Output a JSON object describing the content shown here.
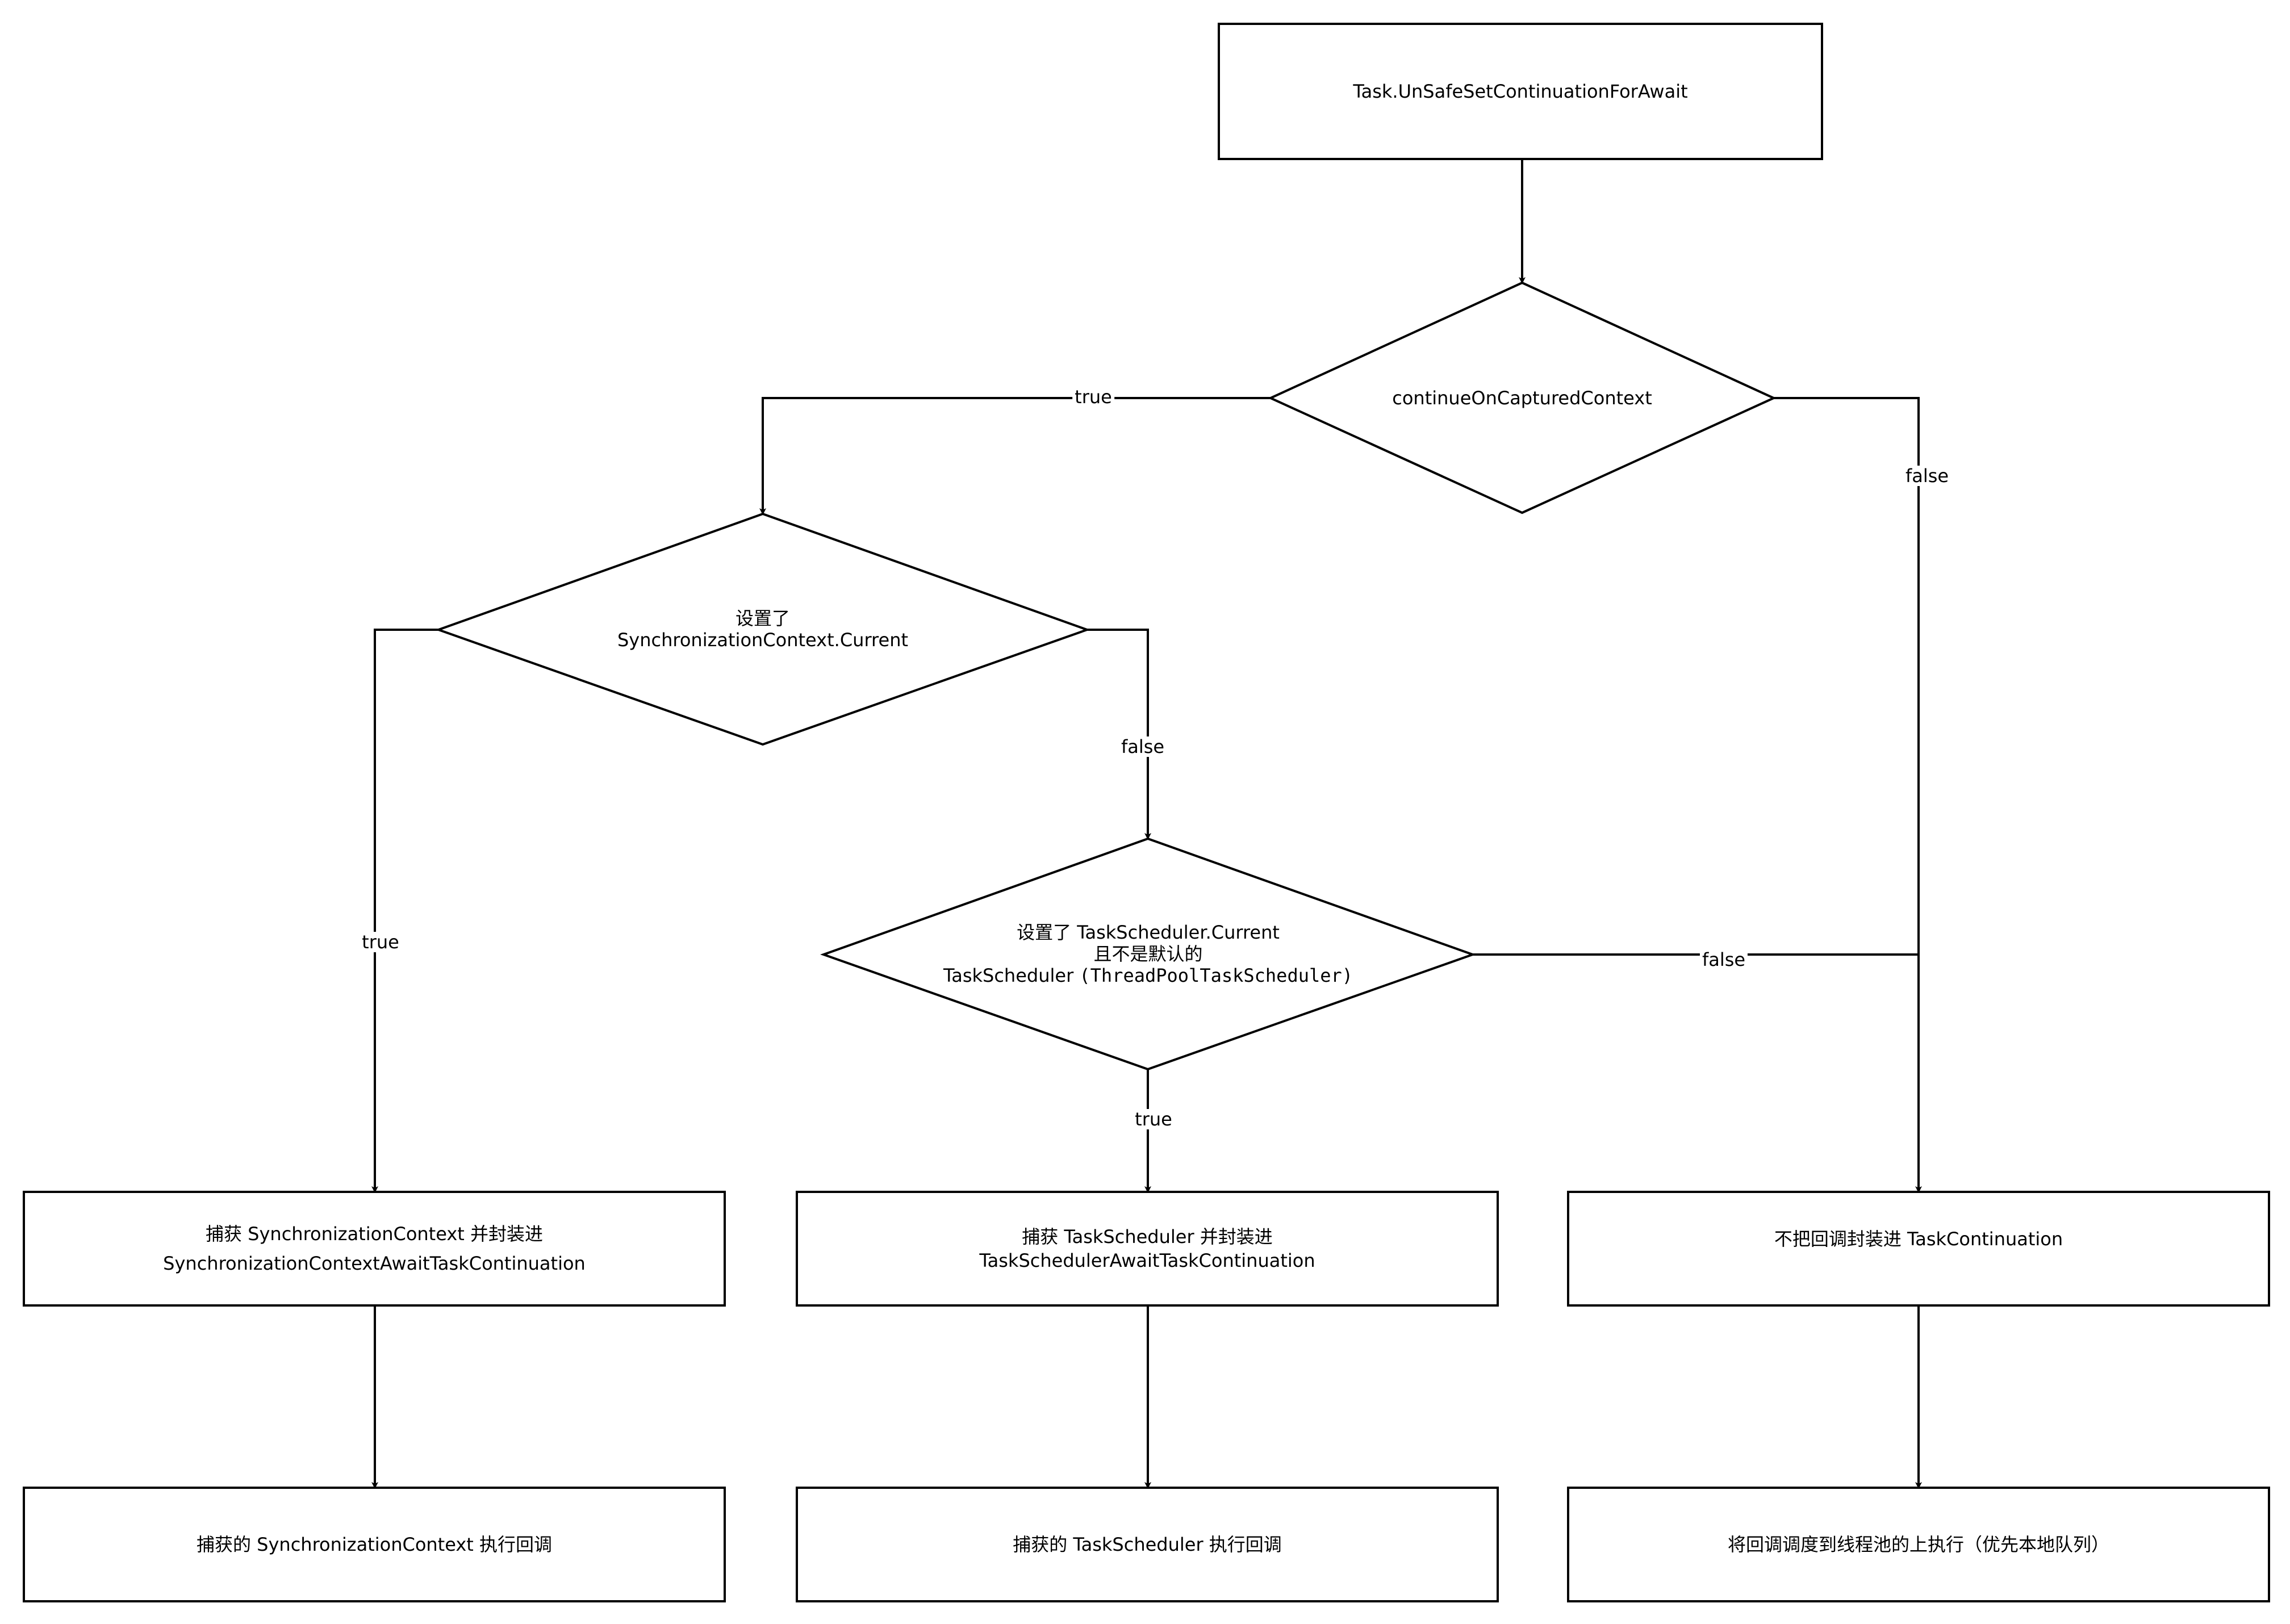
{
  "nodes": {
    "start": {
      "text": "Task.UnSafeSetContinuationForAwait"
    },
    "decision_captured": {
      "text": "continueOnCapturedContext"
    },
    "decision_sync": {
      "line1": "设置了",
      "line2": "SynchronizationContext.Current"
    },
    "decision_scheduler": {
      "line1": "设置了 TaskScheduler.Current",
      "line2": "且不是默认的",
      "line3_a": "TaskScheduler ",
      "line3_b": "(ThreadPoolTaskScheduler)"
    },
    "capture_sync": {
      "line1": "捕获 SynchronizationContext 并封装进",
      "line2": "SynchronizationContextAwaitTaskContinuation"
    },
    "capture_scheduler": {
      "line1": "捕获 TaskScheduler 并封装进",
      "line2": "TaskSchedulerAwaitTaskContinuation"
    },
    "no_wrap": {
      "text": "不把回调封装进 TaskContinuation"
    },
    "exec_sync": {
      "text": "捕获的 SynchronizationContext 执行回调"
    },
    "exec_scheduler": {
      "text": "捕获的 TaskScheduler 执行回调"
    },
    "exec_threadpool": {
      "text": "将回调调度到线程池的上执行（优先本地队列）"
    }
  },
  "edges": {
    "captured_true": "true",
    "captured_false": "false",
    "sync_true": "true",
    "sync_false": "false",
    "scheduler_true": "true",
    "scheduler_false": "false"
  }
}
